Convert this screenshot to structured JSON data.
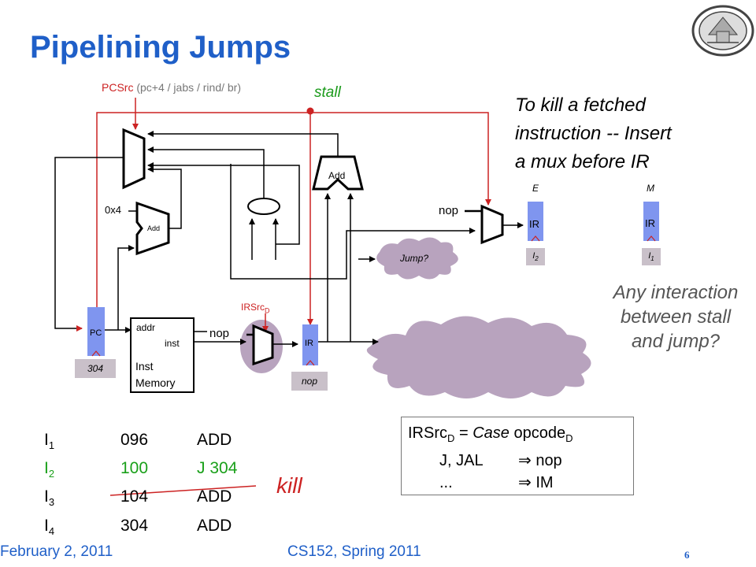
{
  "title": "Pipelining Jumps",
  "note_kill": [
    "To kill a fetched",
    "instruction --  Insert",
    "a mux before IR"
  ],
  "note_interaction": "Any interaction between stall and jump?",
  "pcsrc": {
    "name": "PCSrc",
    "options": "(pc+4 / jabs / rind/ br)"
  },
  "stall_label": "stall",
  "irsrc_label": {
    "main": "IRSrc",
    "sub": "D"
  },
  "add_top": "Add",
  "add_small": "Add",
  "const_label": "0x4",
  "nop_mux_top": "nop",
  "nop_mux_bottom": "nop",
  "jump_label": "Jump?",
  "stage_e": "E",
  "stage_m": "M",
  "ir_e": "IR",
  "ir_m": "IR",
  "ir_d": "IR",
  "tag_e": {
    "main": "I",
    "sub": "2"
  },
  "tag_m": {
    "main": "I",
    "sub": "1"
  },
  "pc_label": "PC",
  "pc_value": "304",
  "ir_d_value": "nop",
  "inst_mem": {
    "addr": "addr",
    "inst": "inst",
    "name1": "Inst",
    "name2": "Memory"
  },
  "instructions": [
    {
      "label": "I",
      "sub": "1",
      "addr": "096",
      "op": "ADD"
    },
    {
      "label": "I",
      "sub": "2",
      "addr": "100",
      "op": "J 304"
    },
    {
      "label": "I",
      "sub": "3",
      "addr": "104",
      "op": "ADD"
    },
    {
      "label": "I",
      "sub": "4",
      "addr": "304",
      "op": "ADD"
    }
  ],
  "kill_label": "kill",
  "case_box": {
    "line1_a": "IRSrc",
    "line1_sub": "D",
    "line1_b": " = ",
    "line1_case": "Case",
    "line1_c": " opcode",
    "line1_sub2": "D",
    "row2_op": "J, JAL",
    "row2_res": "⇒ nop",
    "row3_op": "...",
    "row3_res": "⇒ IM"
  },
  "footer": {
    "date": "February 2, 2011",
    "course": "CS152, Spring 2011",
    "page": "6"
  },
  "colors": {
    "title": "#1f5fc8",
    "wire_red": "#cc2222",
    "stall_green": "#1a9a1a",
    "register_blue": "#7f95ef",
    "cloud_purple": "#b8a3be"
  }
}
